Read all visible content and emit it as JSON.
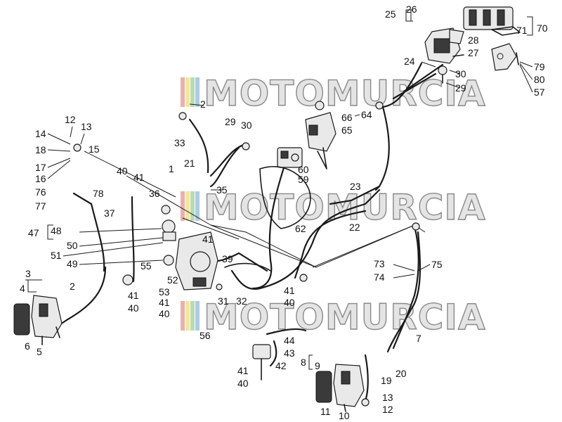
{
  "watermark": {
    "text": "MOTOMURCIA",
    "colors": [
      "#e8b0b0",
      "#f2e79a",
      "#b8dcb0",
      "#a9cde8"
    ]
  },
  "labels": {
    "l1": "1",
    "l2a": "2",
    "l2b": "2",
    "l3": "3",
    "l4": "4",
    "l5": "5",
    "l6": "6",
    "l7": "7",
    "l8": "8",
    "l9": "9",
    "l10": "10",
    "l11": "11",
    "l12a": "12",
    "l12b": "12",
    "l13a": "13",
    "l13b": "13",
    "l14": "14",
    "l15": "15",
    "l16": "16",
    "l17": "17",
    "l18": "18",
    "l20": "20",
    "l21": "21",
    "l22": "22",
    "l23": "23",
    "l24": "24",
    "l25": "25",
    "l26": "26",
    "l27": "27",
    "l28": "28",
    "l29a": "29",
    "l29b": "29",
    "l30a": "30",
    "l30b": "30",
    "l31": "31",
    "l32": "32",
    "l33": "33",
    "l35": "35",
    "l36": "36",
    "l37": "37",
    "l39": "39",
    "l40a": "40",
    "l40b": "40",
    "l40c": "40",
    "l40d": "40",
    "l41a": "41",
    "l41b": "41",
    "l41c": "41",
    "l41d": "41",
    "l41e": "41",
    "l42": "42",
    "l43": "43",
    "l44": "44",
    "l47": "47",
    "l48": "48",
    "l49": "49",
    "l50": "50",
    "l51": "51",
    "l52": "52",
    "l53": "53",
    "l55": "55",
    "l56": "56",
    "l57": "57",
    "l59": "59",
    "l60": "60",
    "l62": "62",
    "l64": "64",
    "l65": "65",
    "l66": "66",
    "l70": "70",
    "l71": "71",
    "l73": "73",
    "l74": "74",
    "l75": "75",
    "l76": "76",
    "l77": "77",
    "l78": "78",
    "l79": "79",
    "l80": "80",
    "l19": "19"
  }
}
